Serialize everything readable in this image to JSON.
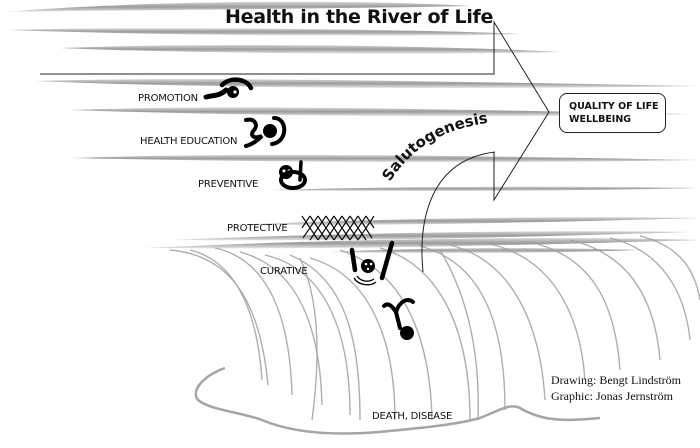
{
  "diagram": {
    "title": "Health in the River of Life",
    "arrow_label": "Salutogenesis",
    "goal_box": {
      "line1": "QUALITY OF LIFE",
      "line2": "WELLBEING"
    },
    "stages": [
      {
        "label": "PROMOTION",
        "figure": "swimmer-icon"
      },
      {
        "label": "HEALTH EDUCATION",
        "figure": "swimmer-learning-icon"
      },
      {
        "label": "PREVENTIVE",
        "figure": "swimmer-lifebuoy-icon"
      },
      {
        "label": "PROTECTIVE",
        "figure": "safety-net-icon"
      },
      {
        "label": "CURATIVE",
        "figure": "drowning-person-icon"
      }
    ],
    "bottom_label": "DEATH, DISEASE",
    "falling_figure": "falling-person-icon",
    "credits": {
      "drawing": "Drawing: Bengt Lindström",
      "graphic": "Graphic: Jonas Jernström"
    }
  }
}
